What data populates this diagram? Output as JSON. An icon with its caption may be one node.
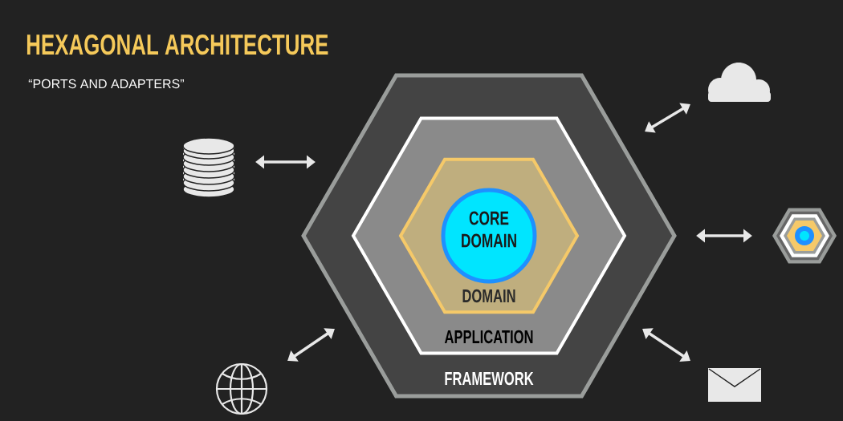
{
  "diagram": {
    "title": "HEXAGONAL ARCHITECTURE",
    "nodes": [
      {
        "text": [
          "FRAMEWORK"
        ]
      },
      {
        "text": [
          "APPLICATION"
        ],
        "in": 0
      },
      {
        "text": [
          "DOMAIN"
        ],
        "in": 1
      },
      {
        "text": [
          "CORE DOMAIN"
        ],
        "in": 2
      },
      {
        "text": [],
        "shape": "cylinder"
      },
      {
        "text": [],
        "shape": "cloud"
      },
      {
        "text": [],
        "shape": "hexagon"
      },
      {
        "text": [],
        "shape": "globe"
      },
      {
        "text": [],
        "shape": "envelope"
      }
    ],
    "edges": [
      {
        "from": 4,
        "to": 0,
        "arrow": "both"
      },
      {
        "from": 5,
        "to": 0,
        "arrow": "both"
      },
      {
        "from": 6,
        "to": 0,
        "arrow": "both"
      },
      {
        "from": 7,
        "to": 0,
        "arrow": "both"
      },
      {
        "from": 8,
        "to": 0,
        "arrow": "both"
      }
    ],
    "labels": [
      "“PORTS AND ADAPTERS”"
    ]
  }
}
